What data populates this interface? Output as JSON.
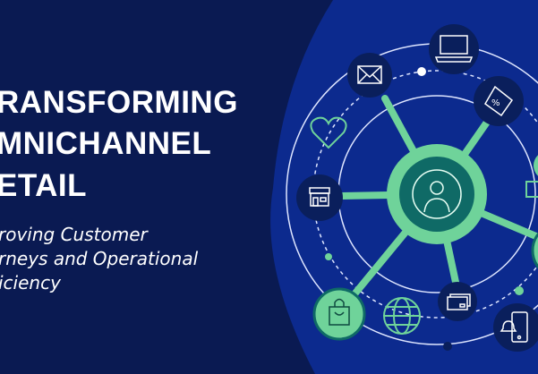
{
  "headline": {
    "lines": [
      "RANSFORMING",
      "MNICHANNEL",
      "ETAIL"
    ]
  },
  "subtitle": {
    "lines": [
      "roving Customer",
      "rneys and Operational",
      "iciency"
    ]
  },
  "colors": {
    "background_dark": "#0a1a52",
    "background_blue": "#0c2a8e",
    "accent_green": "#6fd39a",
    "hub_teal": "#0f6a66",
    "node_navy": "#0a1f5c"
  },
  "diagram": {
    "hub_icon": "user-icon",
    "nodes": [
      "laptop-icon",
      "email-icon",
      "discount-tag-icon",
      "heart-icon",
      "store-icon",
      "shopping-bag-icon",
      "globe-icon",
      "credit-card-icon",
      "mobile-notification-icon"
    ]
  }
}
